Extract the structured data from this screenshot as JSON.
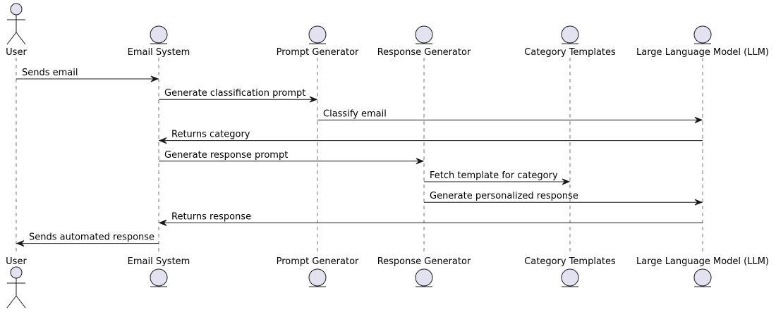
{
  "colors": {
    "participant_fill": "#E2E2F0",
    "participant_stroke": "#181818",
    "lifeline": "#181818",
    "arrow": "#181818",
    "text": "#000000"
  },
  "participants": [
    {
      "id": "user",
      "label": "User",
      "kind": "actor"
    },
    {
      "id": "email",
      "label": "Email System",
      "kind": "entity"
    },
    {
      "id": "prompt",
      "label": "Prompt Generator",
      "kind": "entity"
    },
    {
      "id": "response",
      "label": "Response Generator",
      "kind": "entity"
    },
    {
      "id": "templates",
      "label": "Category Templates",
      "kind": "entity"
    },
    {
      "id": "llm",
      "label": "Large Language Model (LLM)",
      "kind": "entity"
    }
  ],
  "messages": [
    {
      "from": "user",
      "to": "email",
      "label": "Sends email"
    },
    {
      "from": "email",
      "to": "prompt",
      "label": "Generate classification prompt"
    },
    {
      "from": "prompt",
      "to": "llm",
      "label": "Classify email"
    },
    {
      "from": "llm",
      "to": "email",
      "label": "Returns category"
    },
    {
      "from": "email",
      "to": "response",
      "label": "Generate response prompt"
    },
    {
      "from": "response",
      "to": "templates",
      "label": "Fetch template for category"
    },
    {
      "from": "response",
      "to": "llm",
      "label": "Generate personalized response"
    },
    {
      "from": "llm",
      "to": "email",
      "label": "Returns response"
    },
    {
      "from": "email",
      "to": "user",
      "label": "Sends automated response"
    }
  ]
}
